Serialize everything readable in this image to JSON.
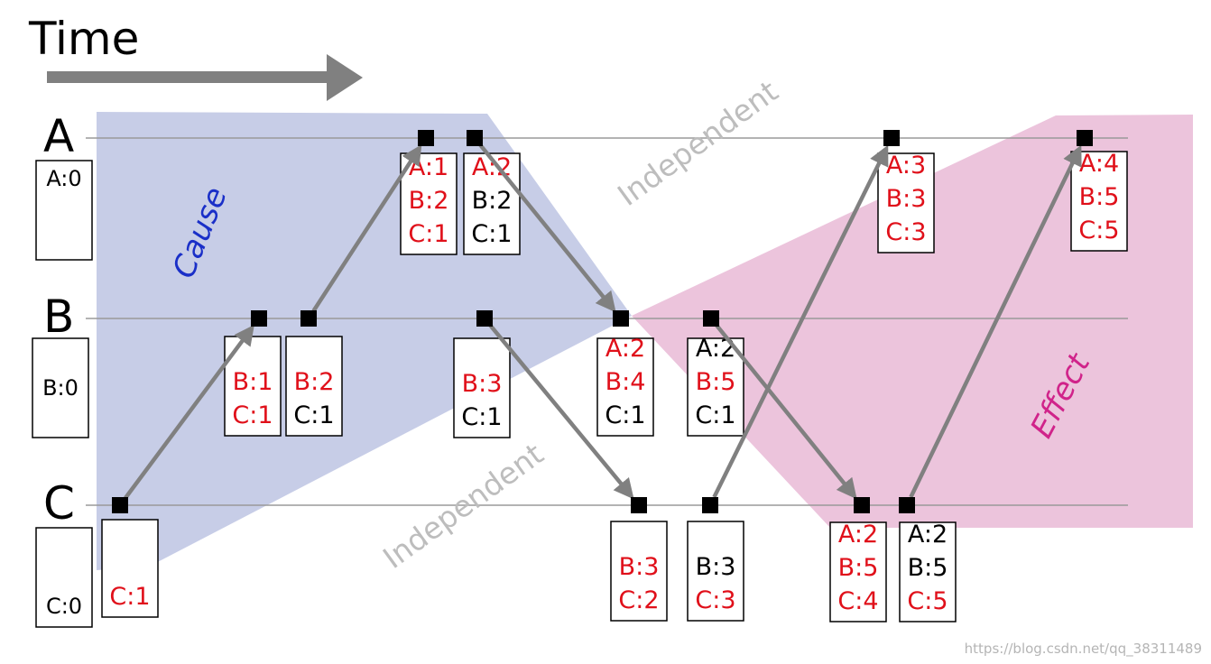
{
  "title": "Time",
  "labels": {
    "cause": "Cause",
    "effect": "Effect",
    "independent_upper": "Independent",
    "independent_lower": "Independent"
  },
  "colors": {
    "red": "#e0101a",
    "black": "#000000",
    "arrow": "#808080",
    "line": "#9a9a9a",
    "cause_fill": "#c7cde7",
    "effect_fill": "#ecc4dc",
    "cause_text": "#1a2fc8",
    "effect_text": "#d0238a",
    "independent_text": "#bdbdbd",
    "watermark": "#b5b5b5"
  },
  "processes": [
    {
      "id": "A",
      "label": "A"
    },
    {
      "id": "B",
      "label": "B"
    },
    {
      "id": "C",
      "label": "C"
    }
  ],
  "initial": [
    {
      "id": "A",
      "line": "A:0"
    },
    {
      "id": "B",
      "line": "B:0"
    },
    {
      "id": "C",
      "line": "C:0"
    }
  ],
  "events": [
    {
      "id": "c1",
      "process": "C",
      "lines": [
        {
          "t": "C:1",
          "c": "red"
        }
      ]
    },
    {
      "id": "b1",
      "process": "B",
      "lines": [
        {
          "t": "B:1",
          "c": "red"
        },
        {
          "t": "C:1",
          "c": "red"
        }
      ]
    },
    {
      "id": "b2",
      "process": "B",
      "lines": [
        {
          "t": "B:2",
          "c": "red"
        },
        {
          "t": "C:1",
          "c": "black"
        }
      ]
    },
    {
      "id": "a1",
      "process": "A",
      "lines": [
        {
          "t": "A:1",
          "c": "red"
        },
        {
          "t": "B:2",
          "c": "red"
        },
        {
          "t": "C:1",
          "c": "red"
        }
      ]
    },
    {
      "id": "a2",
      "process": "A",
      "lines": [
        {
          "t": "A:2",
          "c": "red"
        },
        {
          "t": "B:2",
          "c": "black"
        },
        {
          "t": "C:1",
          "c": "black"
        }
      ]
    },
    {
      "id": "b3",
      "process": "B",
      "lines": [
        {
          "t": "B:3",
          "c": "red"
        },
        {
          "t": "C:1",
          "c": "black"
        }
      ]
    },
    {
      "id": "b4",
      "process": "B",
      "lines": [
        {
          "t": "A:2",
          "c": "red"
        },
        {
          "t": "B:4",
          "c": "red"
        },
        {
          "t": "C:1",
          "c": "black"
        }
      ]
    },
    {
      "id": "b5",
      "process": "B",
      "lines": [
        {
          "t": "A:2",
          "c": "black"
        },
        {
          "t": "B:5",
          "c": "red"
        },
        {
          "t": "C:1",
          "c": "black"
        }
      ]
    },
    {
      "id": "c2",
      "process": "C",
      "lines": [
        {
          "t": "B:3",
          "c": "red"
        },
        {
          "t": "C:2",
          "c": "red"
        }
      ]
    },
    {
      "id": "c3",
      "process": "C",
      "lines": [
        {
          "t": "B:3",
          "c": "black"
        },
        {
          "t": "C:3",
          "c": "red"
        }
      ]
    },
    {
      "id": "c4",
      "process": "C",
      "lines": [
        {
          "t": "A:2",
          "c": "red"
        },
        {
          "t": "B:5",
          "c": "red"
        },
        {
          "t": "C:4",
          "c": "red"
        }
      ]
    },
    {
      "id": "c5",
      "process": "C",
      "lines": [
        {
          "t": "A:2",
          "c": "black"
        },
        {
          "t": "B:5",
          "c": "black"
        },
        {
          "t": "C:5",
          "c": "red"
        }
      ]
    },
    {
      "id": "a3",
      "process": "A",
      "lines": [
        {
          "t": "A:3",
          "c": "red"
        },
        {
          "t": "B:3",
          "c": "red"
        },
        {
          "t": "C:3",
          "c": "red"
        }
      ]
    },
    {
      "id": "a4",
      "process": "A",
      "lines": [
        {
          "t": "A:4",
          "c": "red"
        },
        {
          "t": "B:5",
          "c": "red"
        },
        {
          "t": "C:5",
          "c": "red"
        }
      ]
    }
  ],
  "messages": [
    {
      "from": "c1",
      "to": "b1"
    },
    {
      "from": "b2",
      "to": "a1"
    },
    {
      "from": "a2",
      "to": "b4"
    },
    {
      "from": "b3",
      "to": "c2"
    },
    {
      "from": "b5",
      "to": "c4"
    },
    {
      "from": "c3",
      "to": "a3"
    },
    {
      "from": "c5",
      "to": "a4"
    }
  ],
  "watermark": "https://blog.csdn.net/qq_38311489"
}
